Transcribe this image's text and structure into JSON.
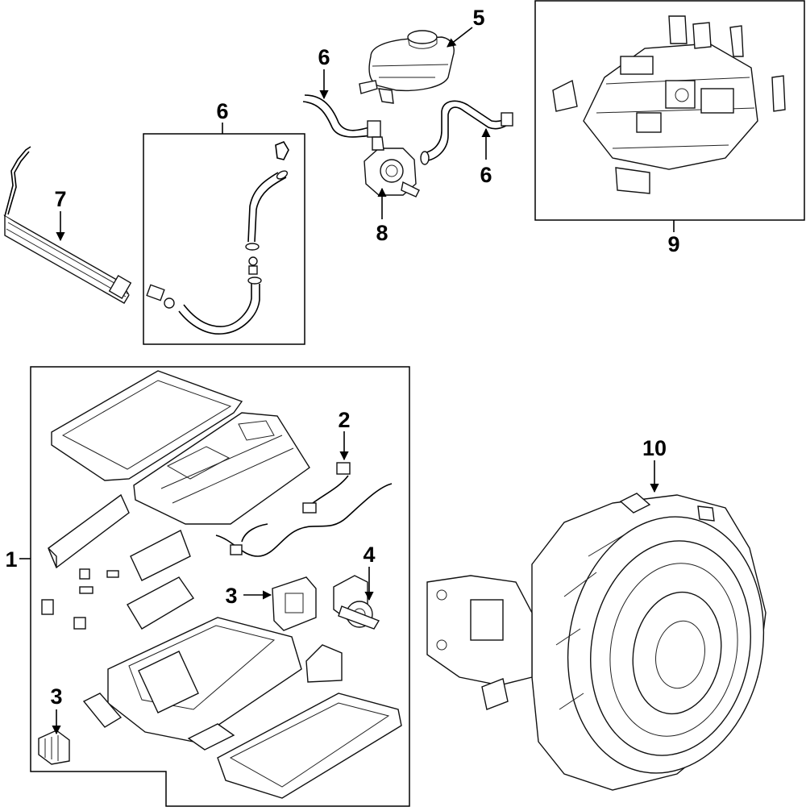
{
  "diagram": {
    "callouts": {
      "c1": "1",
      "c2": "2",
      "c3a": "3",
      "c3b": "3",
      "c4": "4",
      "c5": "5",
      "c6a": "6",
      "c6b": "6",
      "c6c": "6",
      "c7": "7",
      "c8": "8",
      "c9": "9",
      "c10": "10"
    }
  }
}
